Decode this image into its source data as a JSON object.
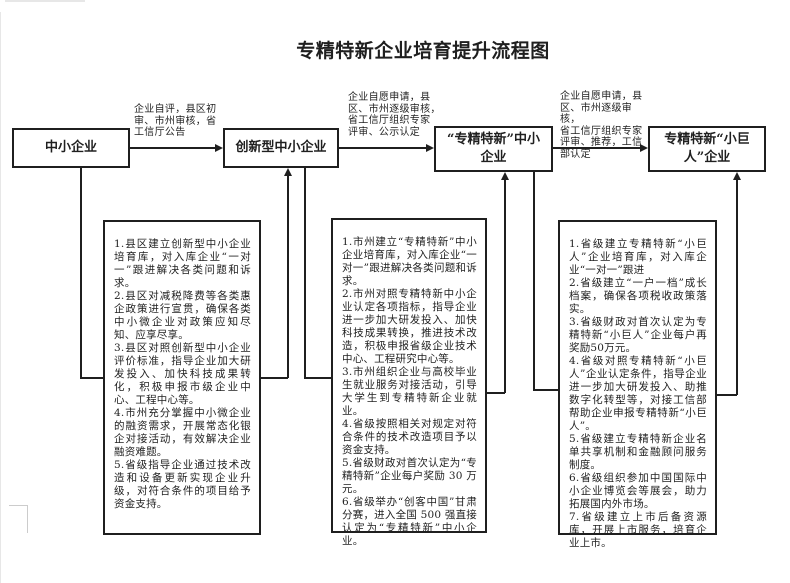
{
  "title": "专精特新企业培育提升流程图",
  "stages": [
    {
      "label": "中小企业"
    },
    {
      "label": "创新型中小企业"
    },
    {
      "label": "“专精特新”中小\n企业"
    },
    {
      "label": "专精特新“小巨\n人”企业"
    }
  ],
  "arrow_labels": [
    "企业自评，县区初\n审、市州审核，省\n工信厅公告",
    "企业自愿申请，县\n区、市州逐级审核，\n省工信厅组织专家\n评审、公示认定",
    "企业自愿申请，县\n区、市州逐级审核，\n省工信厅组织专家\n评审、推荐，工信\n部认定"
  ],
  "detail_boxes": [
    {
      "items": [
        "1.县区建立创新型中小企业培育库，对入库企业“一对一”跟进解决各类问题和诉求。",
        "2.县区对减税降费等各类惠企政策进行宣贯，确保各类中小微企业对政策应知尽知、应享尽享。",
        "3.县区对照创新型中小企业评价标准，指导企业加大研发投入、加快科技成果转化，积极申报市级企业中心、工程中心等。",
        "4.市州充分掌握中小微企业的融资需求，开展常态化银企对接活动，有效解决企业融资难题。",
        "5.省级指导企业通过技术改造和设备更新实现企业升级，对符合条件的项目给予资金支持。"
      ]
    },
    {
      "items": [
        "1.市州建立“专精特新”中小企业培育库，对入库企业“一对一”跟进解决各类问题和诉求。",
        "2.市州对照专精特新中小企业认定各项指标，指导企业进一步加大研发投入、加快科技成果转换，推进技术改造，积极申报省级企业技术中心、工程研究中心等。",
        "3.市州组织企业与高校毕业生就业服务对接活动，引导大学生到专精特新企业就业。",
        "4.省级按照相关对规定对符合条件的技术改造项目予以资金支持。",
        "5.省级财政对首次认定为“专精特新”企业每户奖励 30 万元。",
        "6.省级举办“创客中国”甘肃分赛，进入全国 500 强直接认定为“专精特新”中小企业。"
      ]
    },
    {
      "items": [
        "1.省级建立专精特新“小巨人”企业培育库，对入库企业“一对一”跟进",
        "2.省级建立“一户一档”成长档案，确保各项税收政策落实。",
        "3.省级财政对首次认定为专精特新“小巨人”企业每户再奖励50万元。",
        "4.省级对照专精特新“小巨人”企业认定条件，指导企业进一步加大研发投入、助推数字化转型等，对接工信部帮助企业申报专精特新“小巨人”。",
        "5.省级建立专精特新企业名单共享机制和金融顾问服务制度。",
        "6.省级组织参加中国国际中小企业博览会等展会，助力拓展国内外市场。",
        "7.省级建立上市后备资源库，开展上市服务，培育企业上市。"
      ]
    }
  ],
  "colors": {
    "line": "#1f1f1f",
    "text": "#1f1f1f",
    "artifact": "#cccccc"
  }
}
